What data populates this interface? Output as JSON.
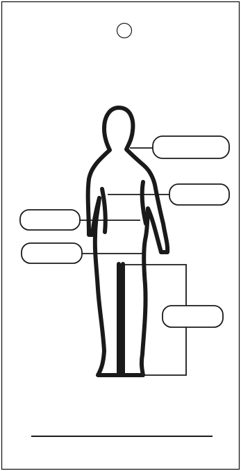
{
  "tag": {
    "background_color": "#ffffff",
    "line_color": "#1a1a1a",
    "measurement_boxes": [
      {
        "id": "neck",
        "value": ""
      },
      {
        "id": "chest",
        "value": ""
      },
      {
        "id": "waist",
        "value": ""
      },
      {
        "id": "hip",
        "value": ""
      },
      {
        "id": "inseam",
        "value": ""
      }
    ],
    "signature_line": {
      "text": ""
    }
  }
}
